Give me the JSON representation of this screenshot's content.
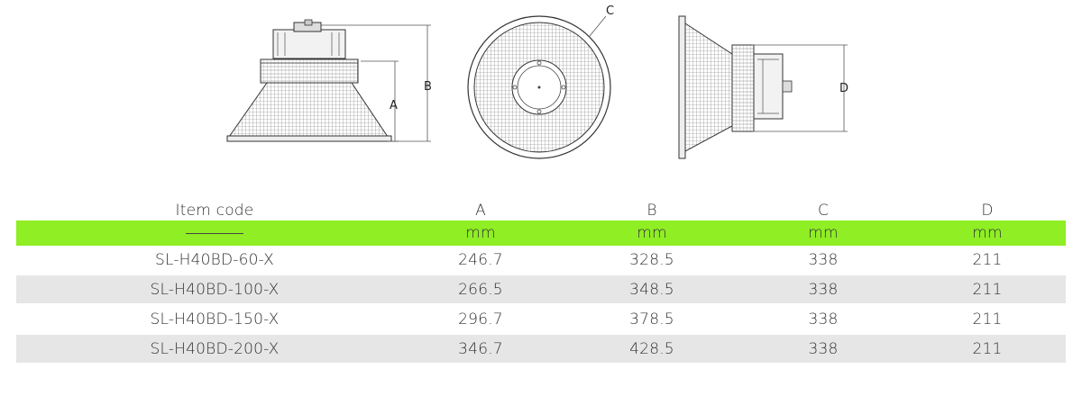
{
  "dimension_labels": {
    "a": "A",
    "b": "B",
    "c": "C",
    "d": "D"
  },
  "table": {
    "headers": [
      "Item code",
      "A",
      "B",
      "C",
      "D"
    ],
    "units": [
      "mm",
      "mm",
      "mm",
      "mm"
    ],
    "highlight_color": "#8fee24",
    "rows": [
      [
        "SL-H40BD-60-X",
        "246.7",
        "328.5",
        "338",
        "211"
      ],
      [
        "SL-H40BD-100-X",
        "266.5",
        "348.5",
        "338",
        "211"
      ],
      [
        "SL-H40BD-150-X",
        "296.7",
        "378.5",
        "338",
        "211"
      ],
      [
        "SL-H40BD-200-X",
        "346.7",
        "428.5",
        "338",
        "211"
      ]
    ]
  }
}
